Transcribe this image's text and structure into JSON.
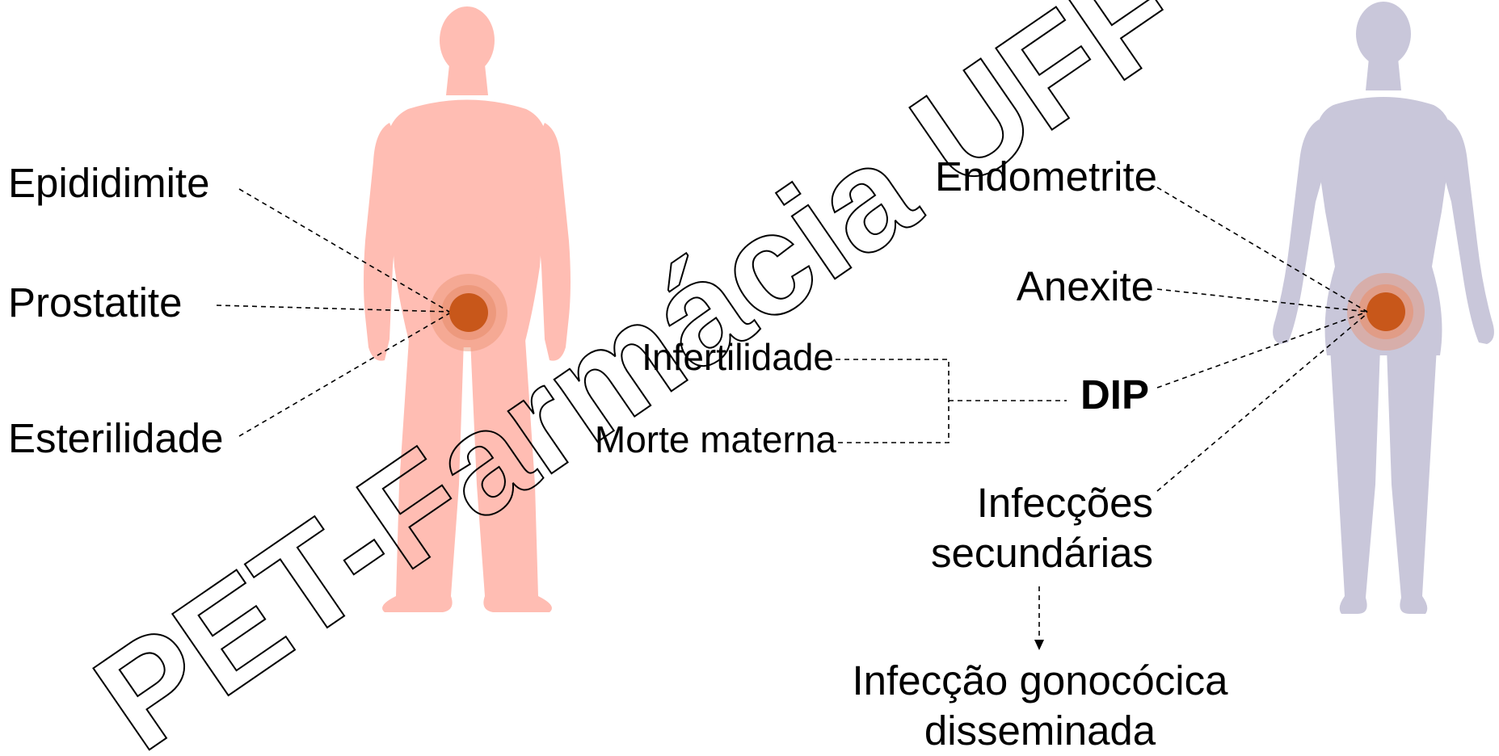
{
  "male": {
    "labels": {
      "epididimite": "Epididimite",
      "prostatite": "Prostatite",
      "esterilidade": "Esterilidade"
    }
  },
  "female": {
    "labels": {
      "endometrite": "Endometrite",
      "anexite": "Anexite",
      "dip": "DIP",
      "infeccoes_line1": "Infecções",
      "infeccoes_line2": "secundárias"
    }
  },
  "complications": {
    "infertilidade": "Infertilidade",
    "morte_materna": "Morte materna"
  },
  "disseminated": {
    "line1": "Infecção gonocócica",
    "line2": "disseminada"
  },
  "watermark": "PET-Farmácia UFF",
  "colors": {
    "male_silhouette": "#ffbdb3",
    "female_silhouette": "#c9c7da",
    "infection_core": "#c8571a",
    "infection_halo": "#e8906e",
    "text": "#000000"
  }
}
